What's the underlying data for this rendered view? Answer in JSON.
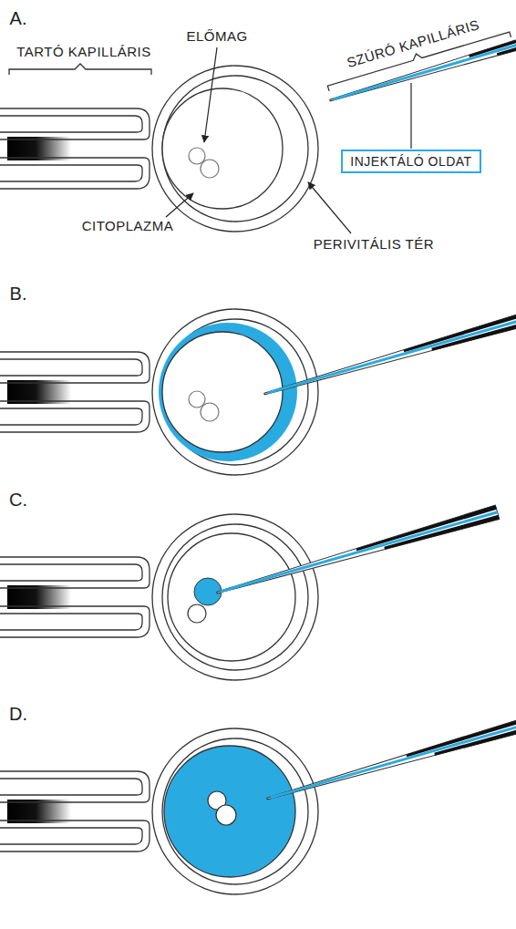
{
  "diagram": {
    "nodes": [
      {
        "text": [
          "INJEKTÁLÓ OLDAT"
        ]
      }
    ],
    "labels": [
      "A.",
      "TARTÓ KAPILLÁRIS",
      "ELŐMAG",
      "SZÚRÓ KAPILLÁRIS",
      "CITOPLAZMA",
      "PERIVITÁLIS TÉR",
      "B.",
      "C.",
      "D."
    ]
  }
}
